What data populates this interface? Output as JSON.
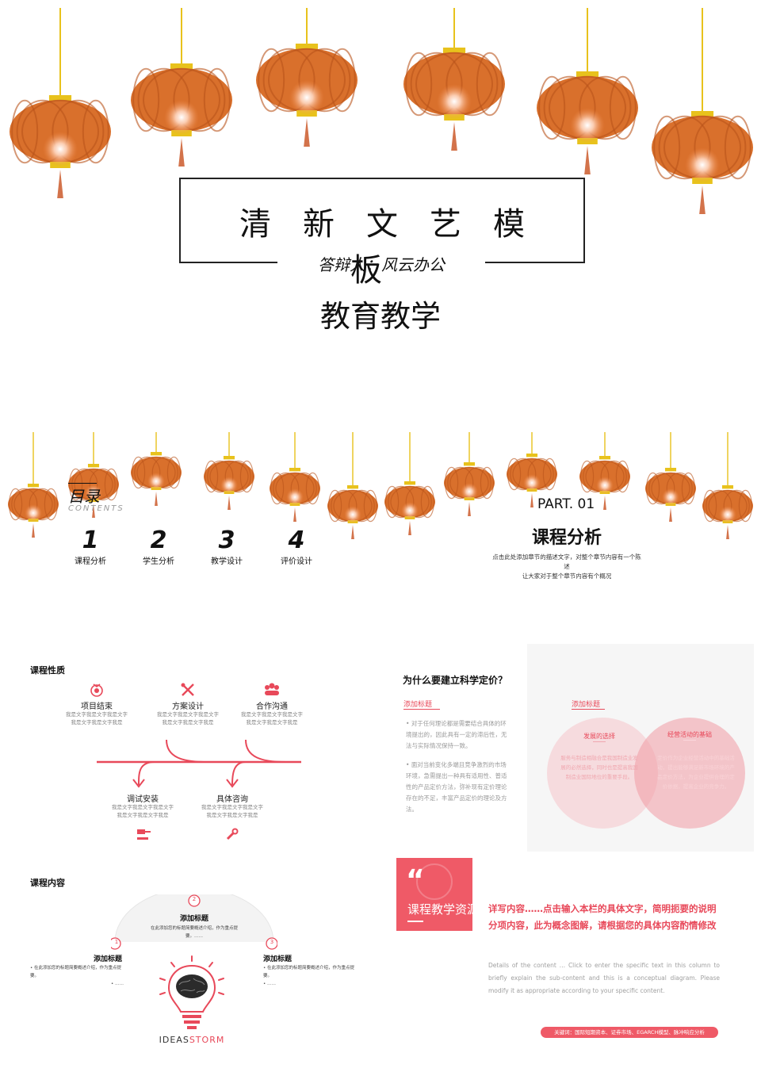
{
  "cover": {
    "title": "清新文艺模板",
    "presenter": "答辩人：风云办公",
    "topic": "教育教学"
  },
  "toc": {
    "title": "目录",
    "subtitle": "CONTENTS",
    "items": [
      {
        "num": "1",
        "label": "课程分析"
      },
      {
        "num": "2",
        "label": "学生分析"
      },
      {
        "num": "3",
        "label": "教学设计"
      },
      {
        "num": "4",
        "label": "评价设计"
      }
    ]
  },
  "part": {
    "label": "PART. 01",
    "title": "课程分析",
    "desc1": "点击此处添加章节的描述文字，对整个章节内容有一个陈述",
    "desc2": "让大家对于整个章节内容有个概况"
  },
  "nature": {
    "heading": "课程性质",
    "top_nodes": [
      {
        "title": "项目结束",
        "desc": "我是文字我是文字我是文字我是文字我是文字我是",
        "icon": "medal-icon"
      },
      {
        "title": "方案设计",
        "desc": "我是文字我是文字我是文字我是文字我是文字我是",
        "icon": "tools-icon"
      },
      {
        "title": "合作沟通",
        "desc": "我是文字我是文字我是文字我是文字我是文字我是",
        "icon": "team-icon"
      }
    ],
    "bottom_nodes": [
      {
        "title": "调试安装",
        "desc": "我是文字我是文字我是文字我是文字我是文字我是",
        "icon": "hammer-icon"
      },
      {
        "title": "具体咨询",
        "desc": "我是文字我是文字我是文字我是文字我是文字我是",
        "icon": "wrench-icon"
      }
    ]
  },
  "why": {
    "heading": "为什么要建立科学定价？",
    "label": "添加标题",
    "bullet1": "对于任何理论都是需要结合具体的环境提出的，因此具有一定的滞后性，无法与实际情况保持一致。",
    "bullet2": "面对当前变化多端且竞争激烈的市场环境，急需提出一种具有适用性、普适性的产品定价方法，弥补现有定价理论存在的不足，丰富产品定价的理论及方法。"
  },
  "venn": {
    "label": "添加标题",
    "left_title": "发展的选择",
    "left_desc": "服务与制造相融合是我国制造业发展的必然选择，同时也是提高我国制造业国际地位的重要手段。",
    "right_title": "经营活动的基础",
    "right_desc": "定价作为企业经营活动中的基础活动，提出能够满足新市场环境的产品定价方法，为企业提供合理的定价依据，提高企业的竞争力。"
  },
  "content": {
    "heading": "课程内容",
    "items": [
      {
        "n": "1",
        "title": "添加标题",
        "desc": "在此添加您的标题简要概述介绍，作为重点提要。",
        "more": "……"
      },
      {
        "n": "2",
        "title": "添加标题",
        "desc": "在此添加您的标题简要概述介绍，作为重点提要。",
        "more": "……"
      },
      {
        "n": "3",
        "title": "添加标题",
        "desc": "在此添加您的标题简要概述介绍，作为重点提要。",
        "more": "……"
      }
    ],
    "brand_a": "IDEAS",
    "brand_b": "STORM"
  },
  "resource": {
    "quote": "“",
    "title": "课程教学资源",
    "red_text": "详写内容……点击输入本栏的具体文字，简明扼要的说明分项内容，此为概念图解，请根据您的具体内容酌情修改",
    "en_text": "Details of the content … Click to enter the specific text in this column to briefly explain the sub-content and this is a conceptual diagram. Please modify it as appropriate according to your specific content.",
    "keywords": "关键词：国际短期资本、证券市场、EGARCH模型、脉冲响应分析"
  },
  "colors": {
    "accent": "#e8495a",
    "lantern": "#d9702c",
    "gold": "#e8c21c"
  }
}
